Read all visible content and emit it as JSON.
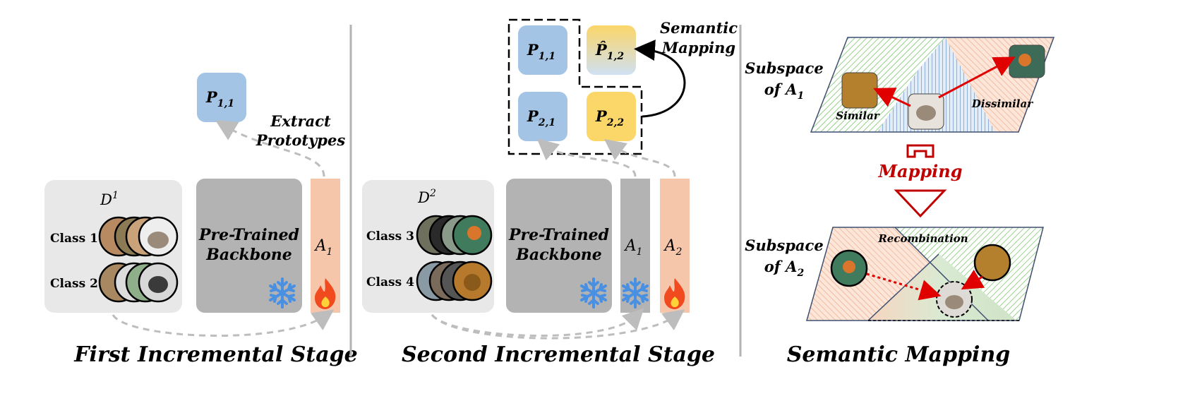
{
  "colors": {
    "panel_gray": "#e8e8e8",
    "backbone_gray": "#b3b3b3",
    "adapter_orange": "#f5c6aa",
    "prototype_blue": "#a3c4e5",
    "prototype_yellow": "#fbd668",
    "mapping_red": "#c00000",
    "snow_blue": "#4a90e2",
    "region_green": "#d9ead3",
    "region_orange": "#f7d5c0",
    "region_blue": "#cfe0f3"
  },
  "stage1": {
    "caption": "First Incremental Stage",
    "dataset_label": "D",
    "dataset_sup": "1",
    "class_labels": [
      "Class 1",
      "Class 2"
    ],
    "backbone_line1": "Pre-Trained",
    "backbone_line2": "Backbone",
    "adapter_label": "A",
    "adapter_sub": "1",
    "prototype_label": "P",
    "prototype_sub": "1,1",
    "extract_line1": "Extract",
    "extract_line2": "Prototypes",
    "icons": [
      "snowflake-icon",
      "flame-icon"
    ]
  },
  "stage2": {
    "caption": "Second Incremental Stage",
    "dataset_label": "D",
    "dataset_sup": "2",
    "class_labels": [
      "Class 3",
      "Class 4"
    ],
    "backbone_line1": "Pre-Trained",
    "backbone_line2": "Backbone",
    "adapters": [
      {
        "label": "A",
        "sub": "1"
      },
      {
        "label": "A",
        "sub": "2"
      }
    ],
    "prototypes": [
      {
        "label": "P",
        "sub": "1,1"
      },
      {
        "label": "P̂",
        "sub": "1,2"
      },
      {
        "label": "P",
        "sub": "2,1"
      },
      {
        "label": "P",
        "sub": "2,2"
      }
    ],
    "semantic_line1": "Semantic",
    "semantic_line2": "Mapping"
  },
  "stage3": {
    "caption": "Semantic Mapping",
    "subspace1_line1": "Subspace",
    "subspace1_line2": "of A",
    "subspace1_sub": "1",
    "subspace2_line1": "Subspace",
    "subspace2_line2": "of A",
    "subspace2_sub": "2",
    "similar": "Similar",
    "dissimilar": "Dissimilar",
    "mapping": "Mapping",
    "recombination": "Recombination"
  }
}
